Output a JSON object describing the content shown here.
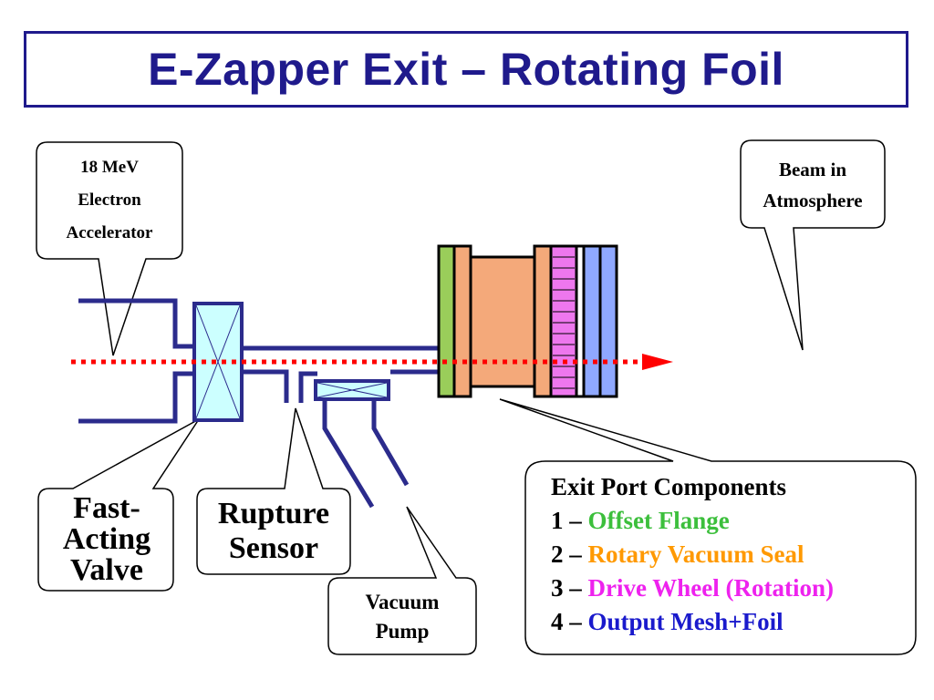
{
  "title": "E-Zapper Exit – Rotating Foil",
  "labels": {
    "accelerator": [
      "18 MeV",
      "Electron",
      "Accelerator"
    ],
    "beam": [
      "Beam in",
      "Atmosphere"
    ],
    "valve": [
      "Fast-",
      "Acting",
      "Valve"
    ],
    "rupture": [
      "Rupture",
      "Sensor"
    ],
    "pump": [
      "Vacuum",
      "Pump"
    ]
  },
  "exit_port": {
    "heading": "Exit Port Components",
    "items": [
      {
        "num": "1 – ",
        "name": "Offset Flange",
        "color": "#3cbf3c"
      },
      {
        "num": "2 – ",
        "name": "Rotary Vacuum Seal",
        "color": "#ff9900"
      },
      {
        "num": "3 – ",
        "name": "Drive Wheel (Rotation)",
        "color": "#ee22ee"
      },
      {
        "num": "4 – ",
        "name": "Output Mesh+Foil",
        "color": "#1a1acc"
      }
    ]
  },
  "colors": {
    "title": "#1f1a8c",
    "pipe": "#2b2b8c",
    "beam": "#ff0000",
    "valve_fill": "#ccffff",
    "flange": "#9acd5a",
    "seal": "#f4a97a",
    "drive": "#ee77ee",
    "mesh": "#8fa8ff"
  }
}
